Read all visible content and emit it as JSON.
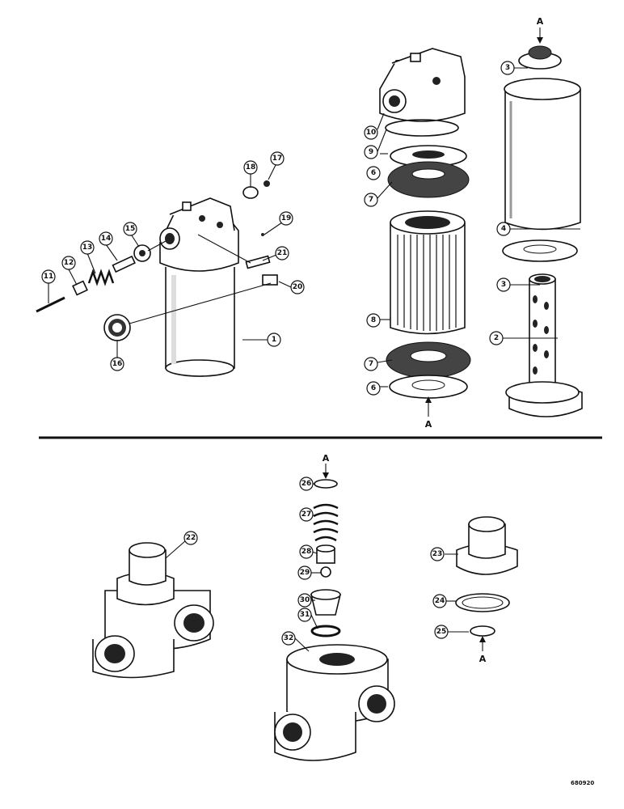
{
  "callouts": {
    "c1": "1",
    "c2": "2",
    "c3a": "3",
    "c3b": "3",
    "c4": "4",
    "c6a": "6",
    "c6b": "6",
    "c7a": "7",
    "c7b": "7",
    "c8": "8",
    "c9": "9",
    "c10": "10",
    "c11": "11",
    "c12": "12",
    "c13": "13",
    "c14": "14",
    "c15": "15",
    "c16": "16",
    "c17": "17",
    "c18": "18",
    "c19": "19",
    "c20": "20",
    "c21": "21",
    "c22": "22",
    "c23": "23",
    "c24": "24",
    "c25": "25",
    "c26": "26",
    "c27": "27",
    "c28": "28",
    "c29": "29",
    "c30": "30",
    "c31": "31",
    "c32": "32"
  },
  "arrows": {
    "a1": "A",
    "a2": "A",
    "a3": "A",
    "a4": "A"
  },
  "reference_number": "680920"
}
